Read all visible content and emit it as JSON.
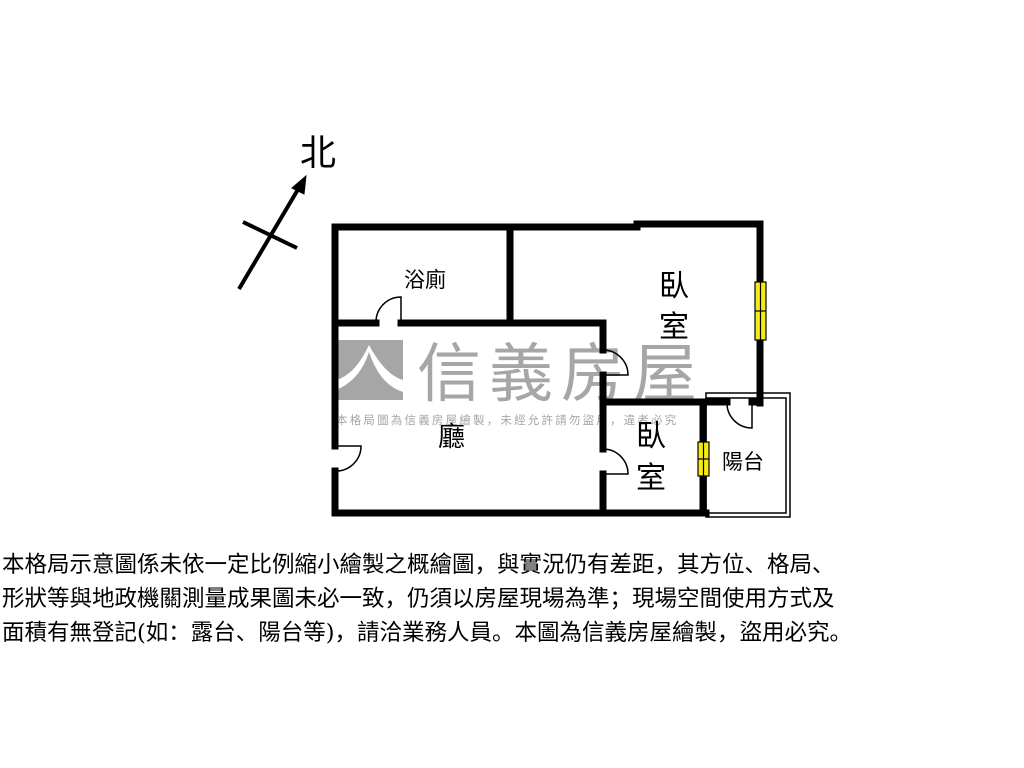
{
  "compass": {
    "label": "北"
  },
  "rooms": {
    "bathroom": "浴廁",
    "bedroom_main": [
      "臥",
      "室"
    ],
    "living_room": "廳",
    "bedroom_small": [
      "臥",
      "室"
    ],
    "balcony": "陽台"
  },
  "watermark": {
    "brand": "信義房屋",
    "notice": "本格局圖為信義房屋繪製，未經允許請勿盜用，違者必究"
  },
  "colors": {
    "wall": "#000000",
    "window": "#f5eb14",
    "watermark": "#a6a6a6"
  },
  "disclaimer": [
    "本格局示意圖係未依一定比例縮小繪製之概繪圖，與實況仍有差距，其方位、格局、",
    "形狀等與地政機關測量成果圖未必一致，仍須以房屋現場為準；現場空間使用方式及",
    "面積有無登記(如：露台、陽台等)，請洽業務人員。本圖為信義房屋繪製，盜用必究。"
  ]
}
